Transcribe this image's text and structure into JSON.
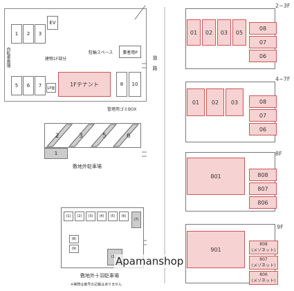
{
  "site": {
    "ev": "EV",
    "bike": "自転車置場",
    "building": "建物1F部分",
    "parking_space": "駐輪スペース",
    "staff": "業者用P",
    "tenant": "1Fテナント",
    "lp": "LP室",
    "road": "道路",
    "garbage": "管理用ゴミBOX",
    "lot_caption": "敷地外駐車場",
    "lot2_caption": "敷地外十羽駐車場",
    "note": "※実際は番号の記載はありません",
    "units_top": [
      "1",
      "2",
      "3"
    ],
    "units_bottom": [
      "5",
      "6",
      "7"
    ],
    "units_right": [
      "8",
      "10"
    ],
    "parking": [
      "2",
      "3",
      "5",
      "6",
      "1"
    ],
    "parking2_row": [
      "(1)",
      "(2)",
      "(3)",
      "(4)",
      "(5)",
      "(6)",
      "(7)"
    ],
    "parking2_col": [
      "(8)",
      "(9)"
    ],
    "parking2_bottom": "(11)"
  },
  "floors": [
    {
      "label": "2~3F",
      "rooms_left": [
        "01",
        "02",
        "03",
        "05"
      ],
      "rooms_right": [
        "08",
        "07",
        "06"
      ]
    },
    {
      "label": "4~7F",
      "rooms_left": [
        "01",
        "02",
        "03"
      ],
      "rooms_right": [
        "08",
        "07",
        "06"
      ]
    },
    {
      "label": "8F",
      "rooms_left": [
        "801"
      ],
      "rooms_right": [
        "808",
        "807",
        "806"
      ]
    },
    {
      "label": "9F",
      "rooms_left": [
        "901"
      ],
      "rooms_right": [
        "808\n(メゾネット)",
        "807\n(メゾネット)",
        "806\n(メゾネット)"
      ]
    }
  ],
  "watermark": "Apamanshop"
}
